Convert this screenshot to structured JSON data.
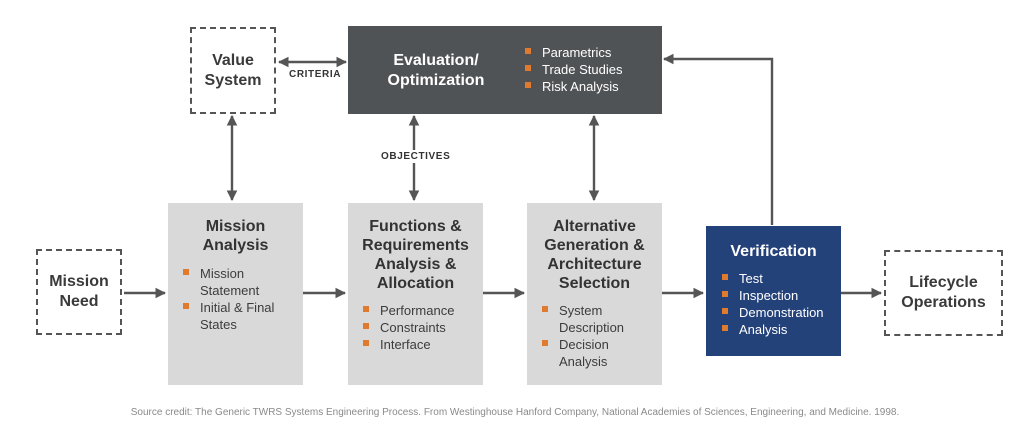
{
  "value_system": {
    "title": "Value\nSystem"
  },
  "evaluation": {
    "title": "Evaluation/\nOptimization",
    "items": [
      "Parametrics",
      "Trade Studies",
      "Risk Analysis"
    ]
  },
  "labels": {
    "criteria": "CRITERIA",
    "objectives": "OBJECTIVES"
  },
  "mission_need": {
    "title": "Mission\nNeed"
  },
  "mission_analysis": {
    "title": "Mission\nAnalysis",
    "items": [
      "Mission Statement",
      "Initial & Final States"
    ]
  },
  "functions": {
    "title": "Functions &\nRequirements\nAnalysis &\nAllocation",
    "items": [
      "Performance",
      "Constraints",
      "Interface"
    ]
  },
  "alternative": {
    "title": "Alternative\nGeneration &\nArchitecture\nSelection",
    "items": [
      "System Description",
      "Decision Analysis"
    ]
  },
  "verification": {
    "title": "Verification",
    "items": [
      "Test",
      "Inspection",
      "Demonstration",
      "Analysis"
    ]
  },
  "lifecycle": {
    "title": "Lifecycle\nOperations"
  },
  "credit": "Source credit: The Generic TWRS Systems Engineering Process. From Westinghouse Hanford Company, National Academies of Sciences, Engineering, and Medicine. 1998.",
  "colors": {
    "bullet": "#e07a2e",
    "evaluation_box": "#505356",
    "verification_box": "#24427a",
    "process_box": "#d9d9d9"
  }
}
